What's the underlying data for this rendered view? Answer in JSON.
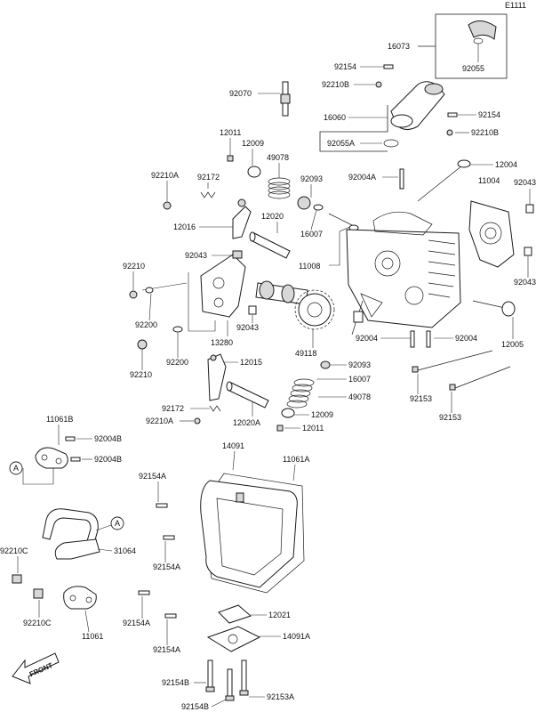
{
  "diagram_code": "E1111",
  "front_label": "FRONT",
  "ref_marker": "A",
  "labels": {
    "p16073": "16073",
    "p92055": "92055",
    "p92154_top": "92154",
    "p92210B_top": "92210B",
    "p92070": "92070",
    "p16060": "16060",
    "p92154_r": "92154",
    "p92210B_r": "92210B",
    "p92055A": "92055A",
    "p12011_t": "12011",
    "p12009_t": "12009",
    "p49078_t": "49078",
    "p92093_t": "92093",
    "p92004A": "92004A",
    "p12004": "12004",
    "p11004": "11004",
    "p92043_r1": "92043",
    "p92210A_t": "92210A",
    "p92172_t": "92172",
    "p12016": "12016",
    "p12020": "12020",
    "p16007_t": "16007",
    "p92043_m": "92043",
    "p11008": "11008",
    "p92210_a": "92210",
    "p92200_a": "92200",
    "p92043_c": "92043",
    "p13280": "13280",
    "p92200_b": "92200",
    "p92210_b": "92210",
    "p49118": "49118",
    "p92004_a": "92004",
    "p92004_b": "92004",
    "p92043_r2": "92043",
    "p12005": "12005",
    "p12015": "12015",
    "p92093_b": "92093",
    "p16007_b": "16007",
    "p49078_b": "49078",
    "p12009_b": "12009",
    "p12011_b": "12011",
    "p92172_b": "92172",
    "p92210A_b": "92210A",
    "p12020A": "12020A",
    "p92153_a": "92153",
    "p92153_b": "92153",
    "p11061B": "11061B",
    "p92004B_a": "92004B",
    "p92004B_b": "92004B",
    "p14091": "14091",
    "p11061A": "11061A",
    "p92154A_a": "92154A",
    "p92154A_b": "92154A",
    "p92154A_c": "92154A",
    "p92154A_d": "92154A",
    "p92210C_a": "92210C",
    "p31064": "31064",
    "p92210C_b": "92210C",
    "p11061": "11061",
    "p12021": "12021",
    "p14091A": "14091A",
    "p92154B_a": "92154B",
    "p92153A": "92153A",
    "p92154B_b": "92154B"
  }
}
